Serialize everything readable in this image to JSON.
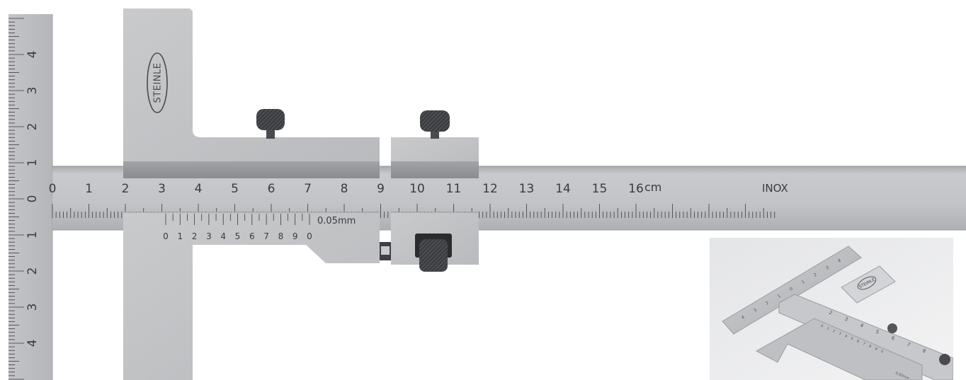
{
  "brand": "STEINLE",
  "material": "INOX",
  "main_scale": {
    "numbers": [
      "0",
      "1",
      "2",
      "3",
      "4",
      "5",
      "6",
      "7",
      "8",
      "9",
      "10",
      "11",
      "12",
      "13",
      "14",
      "15",
      "16"
    ],
    "unit": "cm"
  },
  "vernier": {
    "numbers": [
      "0",
      "1",
      "2",
      "3",
      "4",
      "5",
      "6",
      "7",
      "8",
      "9",
      "0"
    ],
    "resolution": "0.05mm"
  },
  "vertical_scale": {
    "up_numbers": [
      "1",
      "2",
      "3",
      "4"
    ],
    "center": "0",
    "down_numbers": [
      "1",
      "2",
      "3",
      "4"
    ]
  },
  "inset_photo": {
    "brand": "STEINLE",
    "arm_numbers": [
      "4",
      "3",
      "2",
      "1",
      "0",
      "1",
      "2",
      "3",
      "4"
    ],
    "beam_numbers": [
      "2",
      "3",
      "4",
      "5",
      "6",
      "7",
      "8"
    ],
    "vernier_numbers": [
      "0",
      "1",
      "2",
      "3",
      "4",
      "5",
      "6",
      "7",
      "8",
      "9",
      "0"
    ],
    "vernier_resolution": "0.05mm"
  },
  "colors": {
    "steel_light": "#c4c5c8",
    "steel_mid": "#b4b5b8",
    "steel_dark": "#8e9094",
    "ink": "#3a3b3d",
    "knob": "#3c3d40"
  }
}
